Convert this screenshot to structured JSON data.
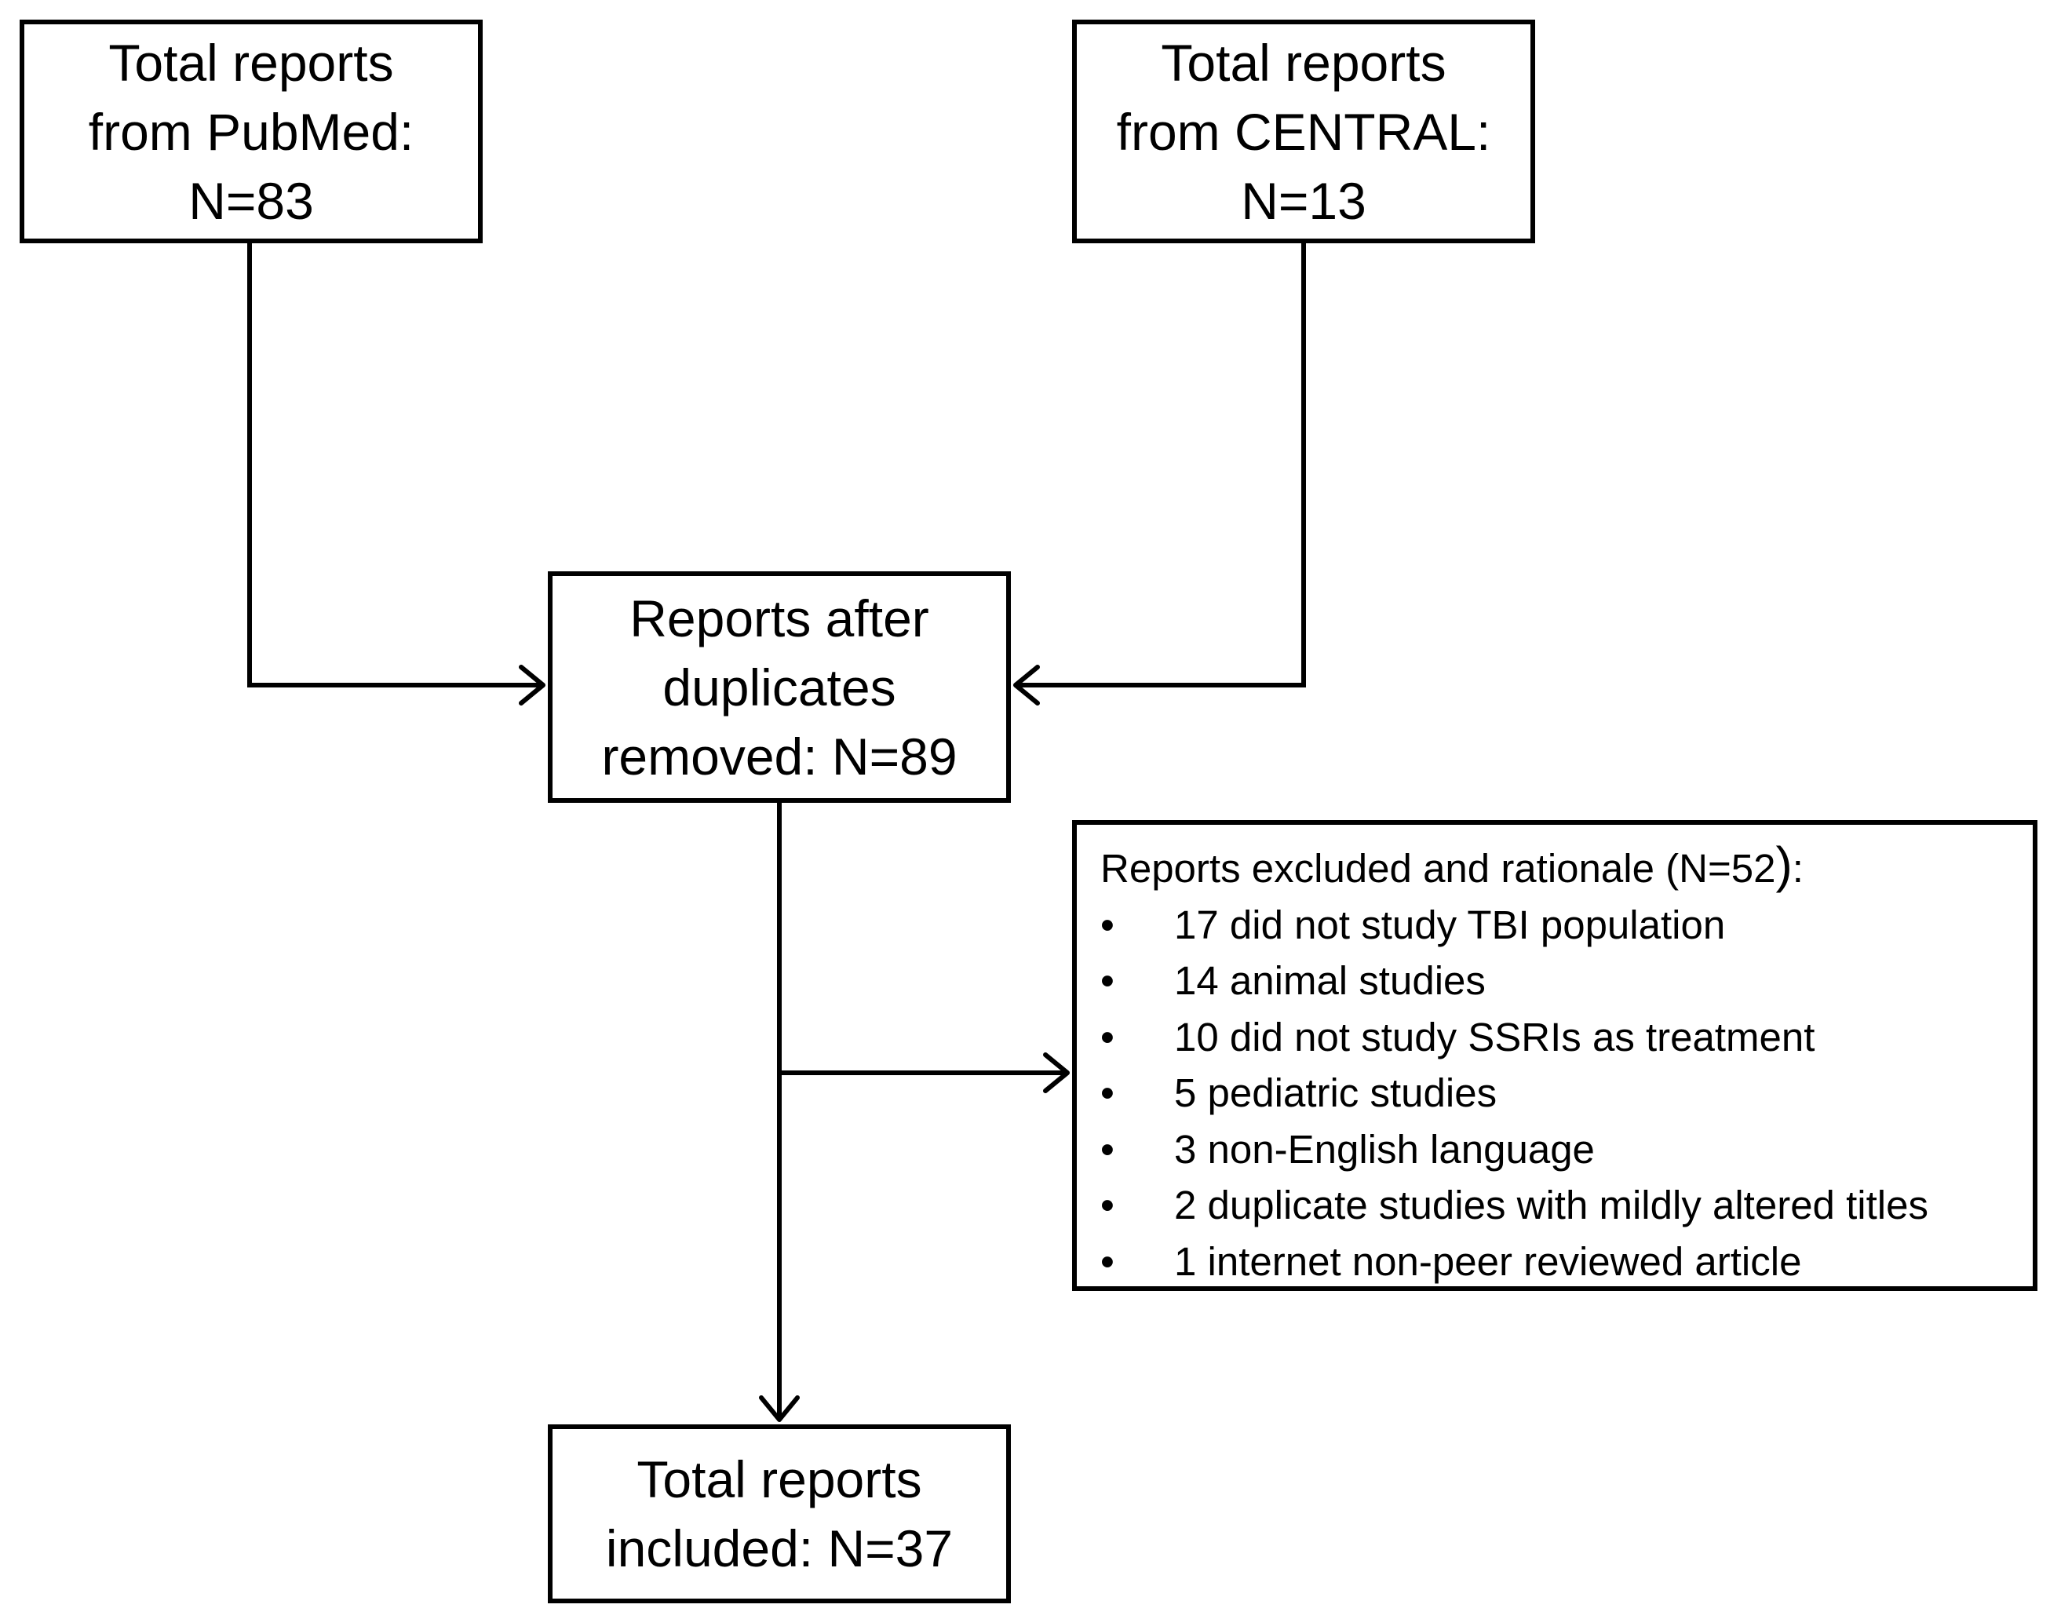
{
  "boxes": {
    "pubmed": {
      "line1": "Total reports",
      "line2": "from PubMed:",
      "line3": "N=83"
    },
    "central": {
      "line1": "Total reports",
      "line2": "from CENTRAL:",
      "line3": "N=13"
    },
    "dedup": {
      "line1": "Reports after",
      "line2": "duplicates",
      "line3": "removed: N=89"
    },
    "excluded": {
      "heading": "Reports excluded and rationale (N=52",
      "heading_close": ")",
      "heading_colon": ":",
      "bullet": "•",
      "items": [
        "17 did not study TBI population",
        "14 animal studies",
        "10 did not study SSRIs as treatment",
        "5 pediatric studies",
        "3 non-English language",
        "2 duplicate studies with mildly altered titles",
        "1 internet non-peer reviewed article"
      ]
    },
    "included": {
      "line1": "Total reports",
      "line2": "included: N=37"
    }
  }
}
